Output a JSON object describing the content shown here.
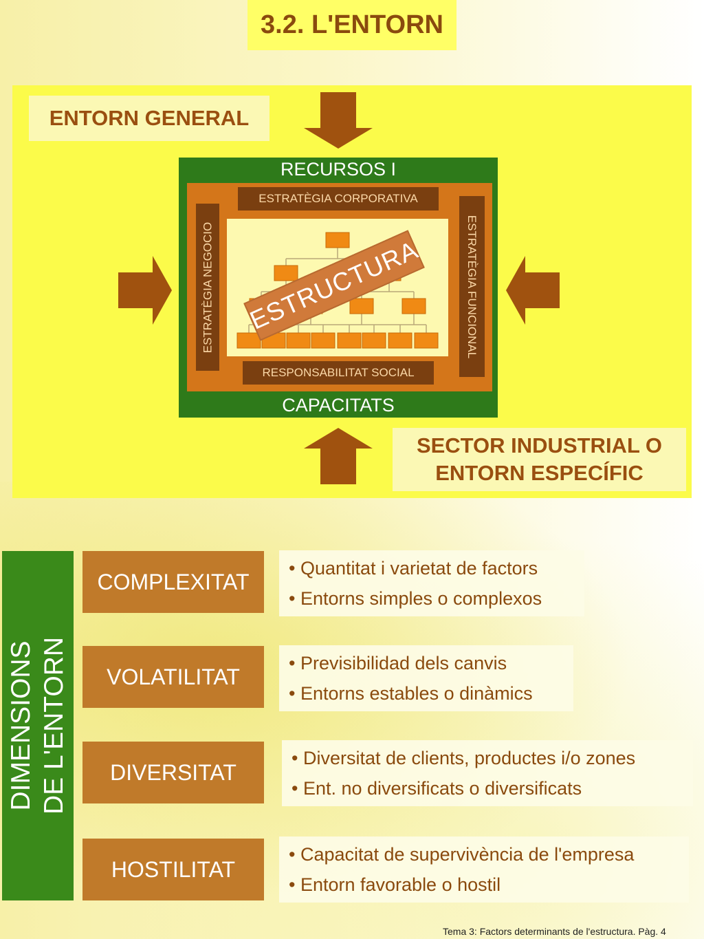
{
  "title": "3.2. L'ENTORN",
  "entorn_general": "ENTORN GENERAL",
  "sector": {
    "line1": "SECTOR INDUSTRIAL O",
    "line2": "ENTORN ESPECÍFIC"
  },
  "box": {
    "top": "RECURSOS I",
    "bottom": "CAPACITATS",
    "estrategia_corporativa": "ESTRATÈGIA CORPORATIVA",
    "responsabilitat_social": "RESPONSABILITAT SOCIAL",
    "estrategia_negocio": "ESTRATÈGIA NEGOCIO",
    "estrategia_funcional": "ESTRATÈGIA FUNCIONAL",
    "estructura": "ESTRUCTURA"
  },
  "dimensions": {
    "title_line1": "DIMENSIONS",
    "title_line2": "DE L'ENTORN",
    "items": [
      {
        "label": "COMPLEXITAT",
        "bullets": [
          "• Quantitat i varietat de factors",
          "• Entorns simples o complexos"
        ]
      },
      {
        "label": "VOLATILITAT",
        "bullets": [
          "• Previsibilidad dels canvis",
          "• Entorns estables o dinàmics"
        ]
      },
      {
        "label": "DIVERSITAT",
        "bullets": [
          "• Diversitat de clients, productes i/o zones",
          "• Ent. no diversificats o diversificats"
        ]
      },
      {
        "label": "HOSTILITAT",
        "bullets": [
          "• Capacitat de supervivència de l'empresa",
          "• Entorn favorable o hostil"
        ]
      }
    ]
  },
  "footer": "Tema 3: Factors determinants de l'estructura. Pàg. 4",
  "colors": {
    "brown_text": "#9a4f10",
    "green": "#2e7a1a",
    "orange": "#d4761a",
    "org_box": "#f08a14"
  }
}
